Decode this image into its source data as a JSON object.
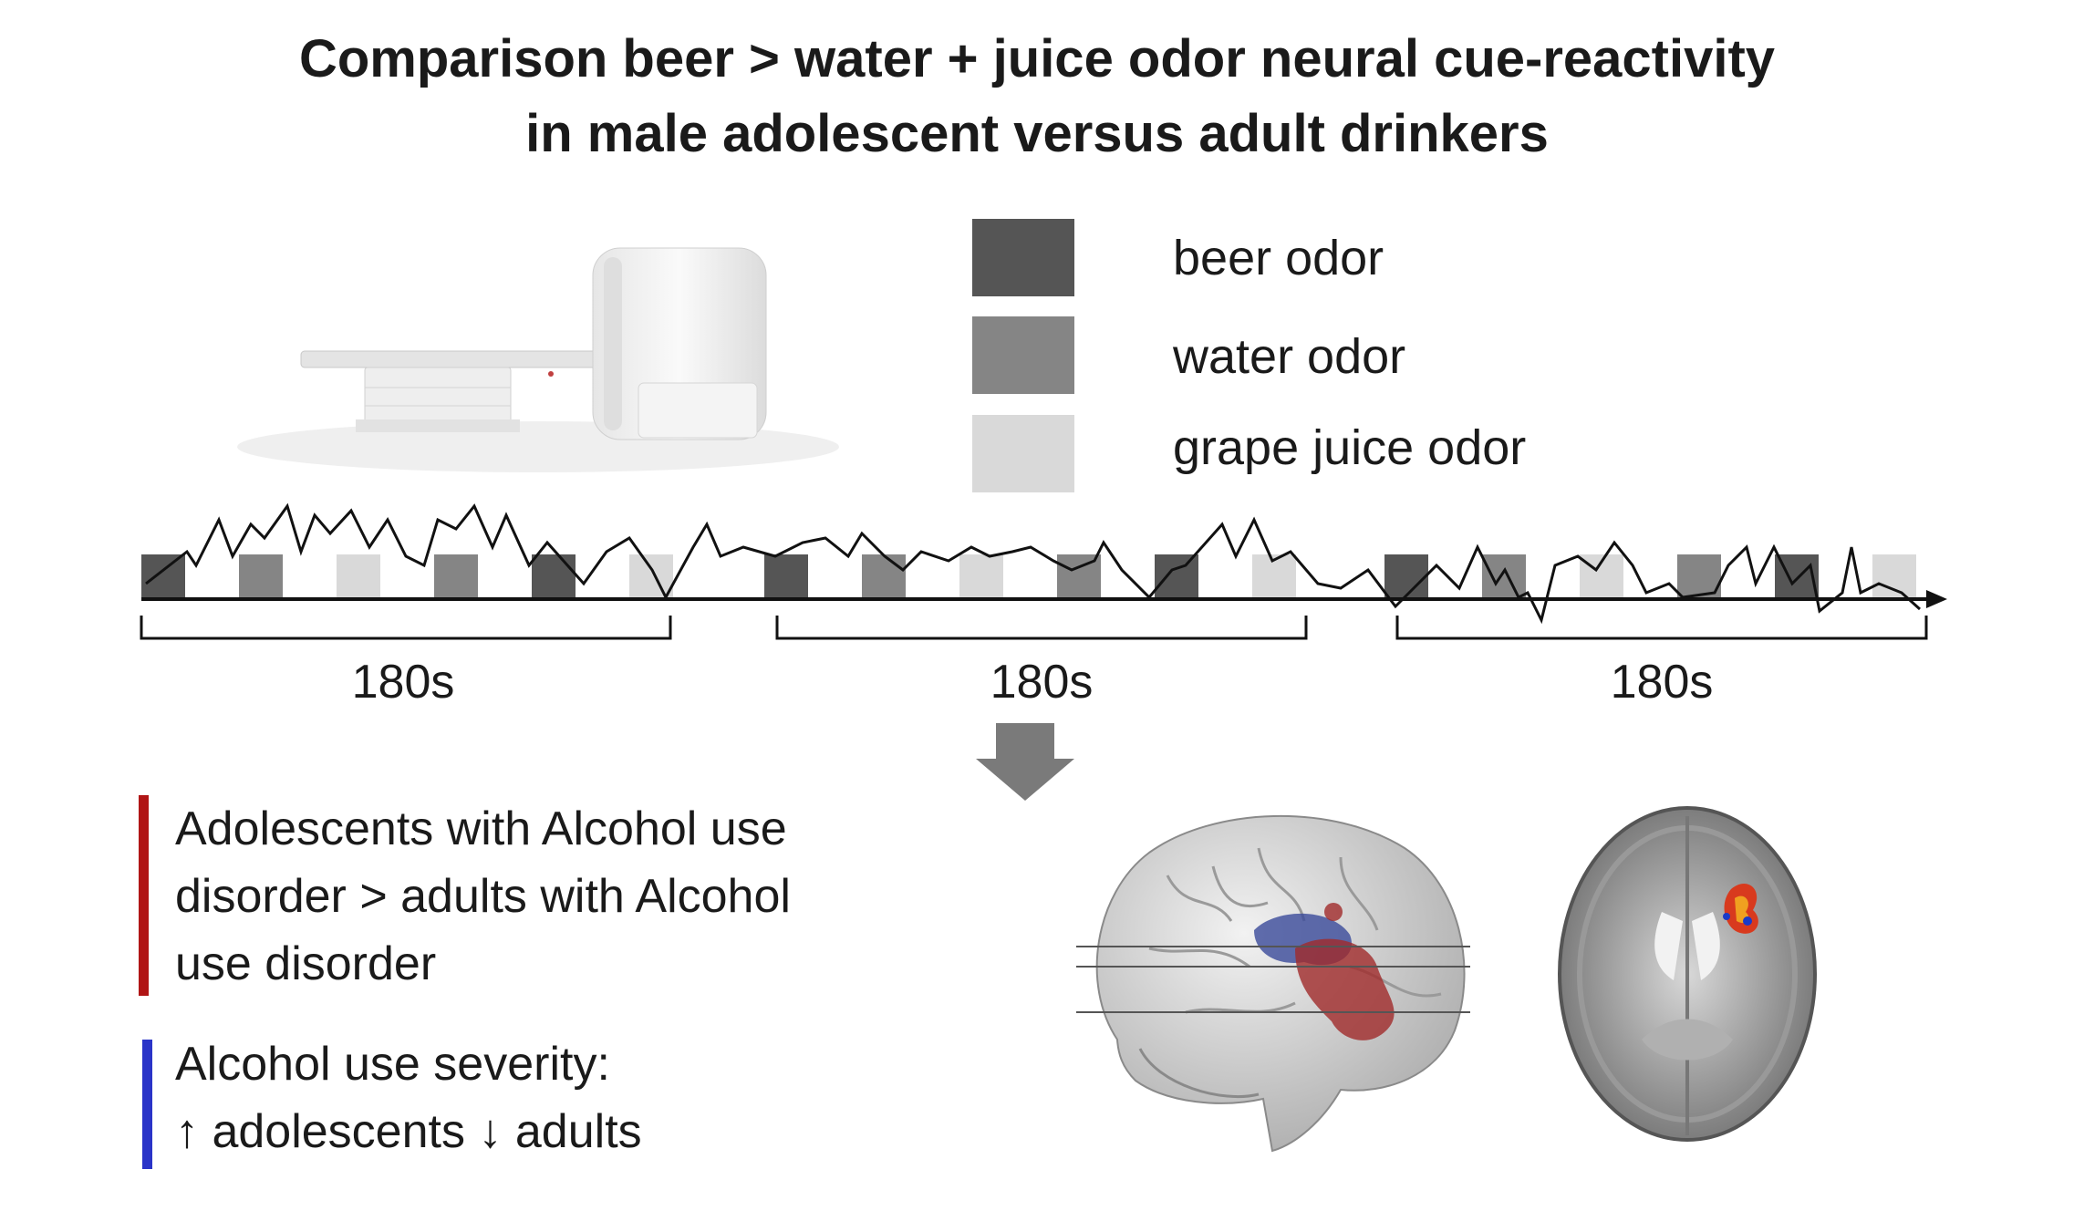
{
  "title_line1": "Comparison beer > water + juice odor neural cue-reactivity",
  "title_line2": "in male adolescent versus adult drinkers",
  "legend": [
    {
      "label": "beer odor",
      "color": "#555555"
    },
    {
      "label": "water odor",
      "color": "#858585"
    },
    {
      "label": "grape juice odor",
      "color": "#d9d9d9"
    }
  ],
  "runs": [
    {
      "duration": "180s",
      "sequence": [
        "beer",
        "water",
        "juice",
        "water",
        "beer",
        "juice"
      ]
    },
    {
      "duration": "180s",
      "sequence": [
        "beer",
        "water",
        "juice",
        "water",
        "beer",
        "juice"
      ]
    },
    {
      "duration": "180s",
      "sequence": [
        "beer",
        "water",
        "juice",
        "water",
        "beer",
        "juice"
      ]
    }
  ],
  "findings": {
    "red_line1": "Adolescents with Alcohol use",
    "red_line2": "disorder > adults with Alcohol",
    "red_line3": "use disorder",
    "blue_line1": "Alcohol use severity:",
    "blue_up": "adolescents",
    "blue_down": "adults"
  },
  "colors": {
    "positive": "#a02a2a",
    "negative": "#3a4a9a",
    "arrow": "#7a7a7a"
  }
}
